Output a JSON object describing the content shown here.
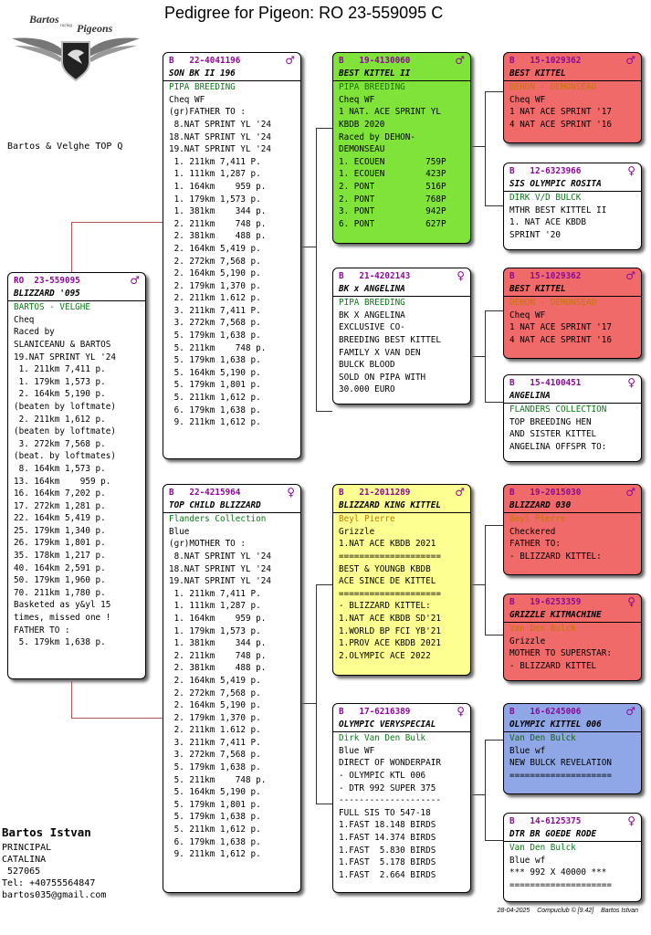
{
  "title": "Pedigree for Pigeon: RO  23-559095 C",
  "logo": {
    "text_top": "Bartos",
    "text_right": "Pigeons",
    "text_small": "racing"
  },
  "left_note": "Bartos & Velghe TOP Q",
  "owner": {
    "name": "Bartos Istvan",
    "lines": [
      "PRINCIPAL",
      "CATALINA",
      " 527065",
      "Tel: +40755564847",
      "bartos035@gmail.com"
    ]
  },
  "footer": {
    "date": "28-04-2025",
    "software": "Compuclub © [9.42]",
    "user": "Bartos Istvan"
  },
  "cards": [
    {
      "id": "subject",
      "color": "white",
      "ring": "RO  23-559095",
      "sex": "♂",
      "name": "BLIZZARD '095",
      "breeder": "BARTOS - VELGHE",
      "lines": [
        "Cheq",
        "Raced by",
        "SLANICEANU & BARTOS",
        "19.NAT SPRINT YL '24",
        " 1. 211km 7,411 p.",
        " 1. 179km 1,573 p.",
        " 2. 164km 5,190 p.",
        "(beaten by loftmate)",
        " 2. 211km 1,612 p.",
        "(beaten by loftmate)",
        " 3. 272km 7,568 p.",
        "(beat. by loftmates)",
        " 8. 164km 1,573 p.",
        "13. 164km    959 p.",
        "16. 164km 7,202 p.",
        "17. 272km 1,281 p.",
        "22. 164km 5,419 p.",
        "25. 179km 1,340 p.",
        "26. 179km 1,801 p.",
        "35. 178km 1,217 p.",
        "40. 164km 2,591 p.",
        "50. 179km 1,960 p.",
        "70. 211km 1,780 p.",
        "Basketed as y&yl 15",
        "times, missed one !",
        "FATHER TO :",
        " 5. 179km 1,638 p."
      ]
    },
    {
      "id": "sire",
      "color": "white",
      "ring": "B   22-4041196",
      "sex": "♂",
      "name": "SON BK II 196",
      "breeder": "PIPA BREEDING",
      "lines": [
        "Cheq WF",
        "(gr)FATHER TO :",
        " 8.NAT SPRINT YL '24",
        "18.NAT SPRINT YL '24",
        "19.NAT SPRINT YL '24",
        " 1. 211km 7,411 P.",
        " 1. 111km 1,287 p.",
        " 1. 164km    959 p.",
        " 1. 179km 1,573 p.",
        " 1. 381km    344 p.",
        " 2. 211km    748 p.",
        " 2. 381km    488 p.",
        " 2. 164km 5,419 p.",
        " 2. 272km 7,568 p.",
        " 2. 164km 5,190 p.",
        " 2. 179km 1,370 p.",
        " 2. 211km 1.612 p.",
        " 3. 211km 7,411 P.",
        " 3. 272km 7,568 p.",
        " 5. 179km 1,638 p.",
        " 5. 211km    748 p.",
        " 5. 179km 1,638 p.",
        " 5. 164km 5,190 p.",
        " 5. 179km 1,801 p.",
        " 5. 211km 1,612 p.",
        " 6. 179km 1,638 p.",
        " 9. 211km 1,612 p."
      ]
    },
    {
      "id": "dam",
      "color": "white",
      "ring": "B   22-4215964",
      "sex": "♀",
      "name": "TOP CHILD BLIZZARD",
      "breeder": "Flanders Collection",
      "lines": [
        "Blue",
        "(gr)MOTHER TO :",
        " 8.NAT SPRINT YL '24",
        "18.NAT SPRINT YL '24",
        "19.NAT SPRINT YL '24",
        " 1. 211km 7,411 P.",
        " 1. 111km 1,287 p.",
        " 1. 164km    959 p.",
        " 1. 179km 1,573 p.",
        " 1. 381km    344 p.",
        " 2. 211km    748 p.",
        " 2. 381km    488 p.",
        " 2. 164km 5,419 p.",
        " 2. 272km 7,568 p.",
        " 2. 164km 5,190 p.",
        " 2. 179km 1,370 p.",
        " 2. 211km 1.612 p.",
        " 3. 211km 7,411 P.",
        " 3. 272km 7,568 p.",
        " 5. 179km 1,638 p.",
        " 5. 211km    748 p.",
        " 5. 164km 5,190 p.",
        " 5. 179km 1,801 p.",
        " 5. 179km 1,638 p.",
        " 5. 211km 1,612 p.",
        " 6. 179km 1,638 p.",
        " 9. 211km 1,612 p."
      ]
    },
    {
      "id": "ss",
      "color": "green",
      "ring": "B   19-4130060",
      "sex": "♂",
      "name": "BEST KITTEL II",
      "breeder": "PIPA BREEDING",
      "lines": [
        "Cheq WF",
        "1 NAT. ACE SPRINT YL",
        "KBDB 2020",
        "Raced by DEHON-",
        "DEMONSEAU",
        "1. ECOUEN        759P",
        "1. ECOUEN        423P",
        "2. PONT          516P",
        "2. PONT          768P",
        "3. PONT          942P",
        "6. PONT          627P"
      ]
    },
    {
      "id": "sd",
      "color": "white",
      "ring": "B   21-4202143",
      "sex": "♀",
      "name": "BK x ANGELINA",
      "breeder": "PIPA BREEDING",
      "lines": [
        "BK X ANGELINA",
        "EXCLUSIVE CO-",
        "BREEDING BEST KITTEL",
        "FAMILY X VAN DEN",
        "BULCK BLOOD",
        "SOLD ON PIPA WITH",
        "30.000 EURO"
      ]
    },
    {
      "id": "ds",
      "color": "yellow",
      "ring": "B   21-2011289",
      "sex": "♂",
      "name": "BLIZZARD KING KITTEL",
      "breeder": "Beyl Pierre",
      "lines": [
        "Grizzle",
        "1.NAT ACE KBDB 2021",
        "====================",
        "BEST & YOUNGB KBDB",
        "ACE SINCE DE KITTEL",
        "====================",
        "- BLIZZARD KITTEL:",
        "1.NAT ACE KBDB SD'21",
        "1.WORLD BP FCI YB'21",
        "1.PROV ACE KBDB 2021",
        "2.OLYMPIC ACE 2022"
      ]
    },
    {
      "id": "dd",
      "color": "white",
      "ring": "B   17-6216389",
      "sex": "♀",
      "name": "OLYMPIC VERYSPECIAL",
      "breeder": "Dirk Van Den Bulk",
      "lines": [
        "Blue WF",
        "DIRECT OF WONDERPAIR",
        "- OLYMPIC KTL 006",
        "- DTR 992 SUPER 375",
        "--------------------",
        "FULL SIS TO 547-18",
        "1.FAST 18.148 BIRDS",
        "1.FAST 14.374 BIRDS",
        "1.FAST  5.830 BIRDS",
        "1.FAST  5.178 BIRDS",
        "1.FAST  2.664 BIRDS"
      ]
    },
    {
      "id": "sss",
      "color": "red",
      "ring": "B   15-1029362",
      "sex": "♂",
      "name": "BEST KITTEL",
      "breeder": "DEHON - DEMONSEAU",
      "lines": [
        "Cheq WF",
        "1 NAT ACE SPRINT '17",
        "4 NAT ACE SPRINT '16"
      ]
    },
    {
      "id": "ssd",
      "color": "white",
      "ring": "B   12-6323966",
      "sex": "♀",
      "name": "SIS OLYMPIC ROSITA",
      "breeder": "DIRK V/D BULCK",
      "lines": [
        "MTHR BEST KITTEL II",
        "1. NAT ACE KBDB",
        "SPRINT '20"
      ]
    },
    {
      "id": "sds",
      "color": "red",
      "ring": "B   15-1029362",
      "sex": "♂",
      "name": "BEST KITTEL",
      "breeder": "DEHON - DEMONSEAU",
      "lines": [
        "Cheq WF",
        "1 NAT ACE SPRINT '17",
        "4 NAT ACE SPRINT '16"
      ]
    },
    {
      "id": "sdd",
      "color": "white",
      "ring": "B   15-4100451",
      "sex": "♀",
      "name": "ANGELINA",
      "breeder": "FLANDERS COLLECTION",
      "lines": [
        "TOP BREEDING HEN",
        "AND SISTER KITTEL",
        "ANGELINA OFFSPR TO:"
      ]
    },
    {
      "id": "dss",
      "color": "red",
      "ring": "B   19-2015030",
      "sex": "♂",
      "name": "BLIZZARD 030",
      "breeder": "Beyl Pierre",
      "lines": [
        "Checkered",
        "FATHER TO:",
        "- BLIZZARD KITTEL:"
      ]
    },
    {
      "id": "dsd",
      "color": "red",
      "ring": "B   19-6253359",
      "sex": "♀",
      "name": "GRIZZLE KITMACHINE",
      "breeder": "Van Den Bulck",
      "lines": [
        "Grizzle",
        "MOTHER TO SUPERSTAR:",
        "- BLIZZARD KITTEL"
      ]
    },
    {
      "id": "dds",
      "color": "blue",
      "ring": "B   16-6245006",
      "sex": "♂",
      "name": "OLYMPIC KITTEL 006",
      "breeder": "Van Den Bulck",
      "lines": [
        "Blue wf",
        "NEW BULCK REVELATION",
        "===================="
      ]
    },
    {
      "id": "ddd",
      "color": "white",
      "ring": "B   14-6125375",
      "sex": "♀",
      "name": "DTR BR GOEDE RODE",
      "breeder": "Van Den Bulck",
      "lines": [
        "Blue wf",
        "*** 992 X 40000 ***",
        "===================="
      ]
    }
  ]
}
